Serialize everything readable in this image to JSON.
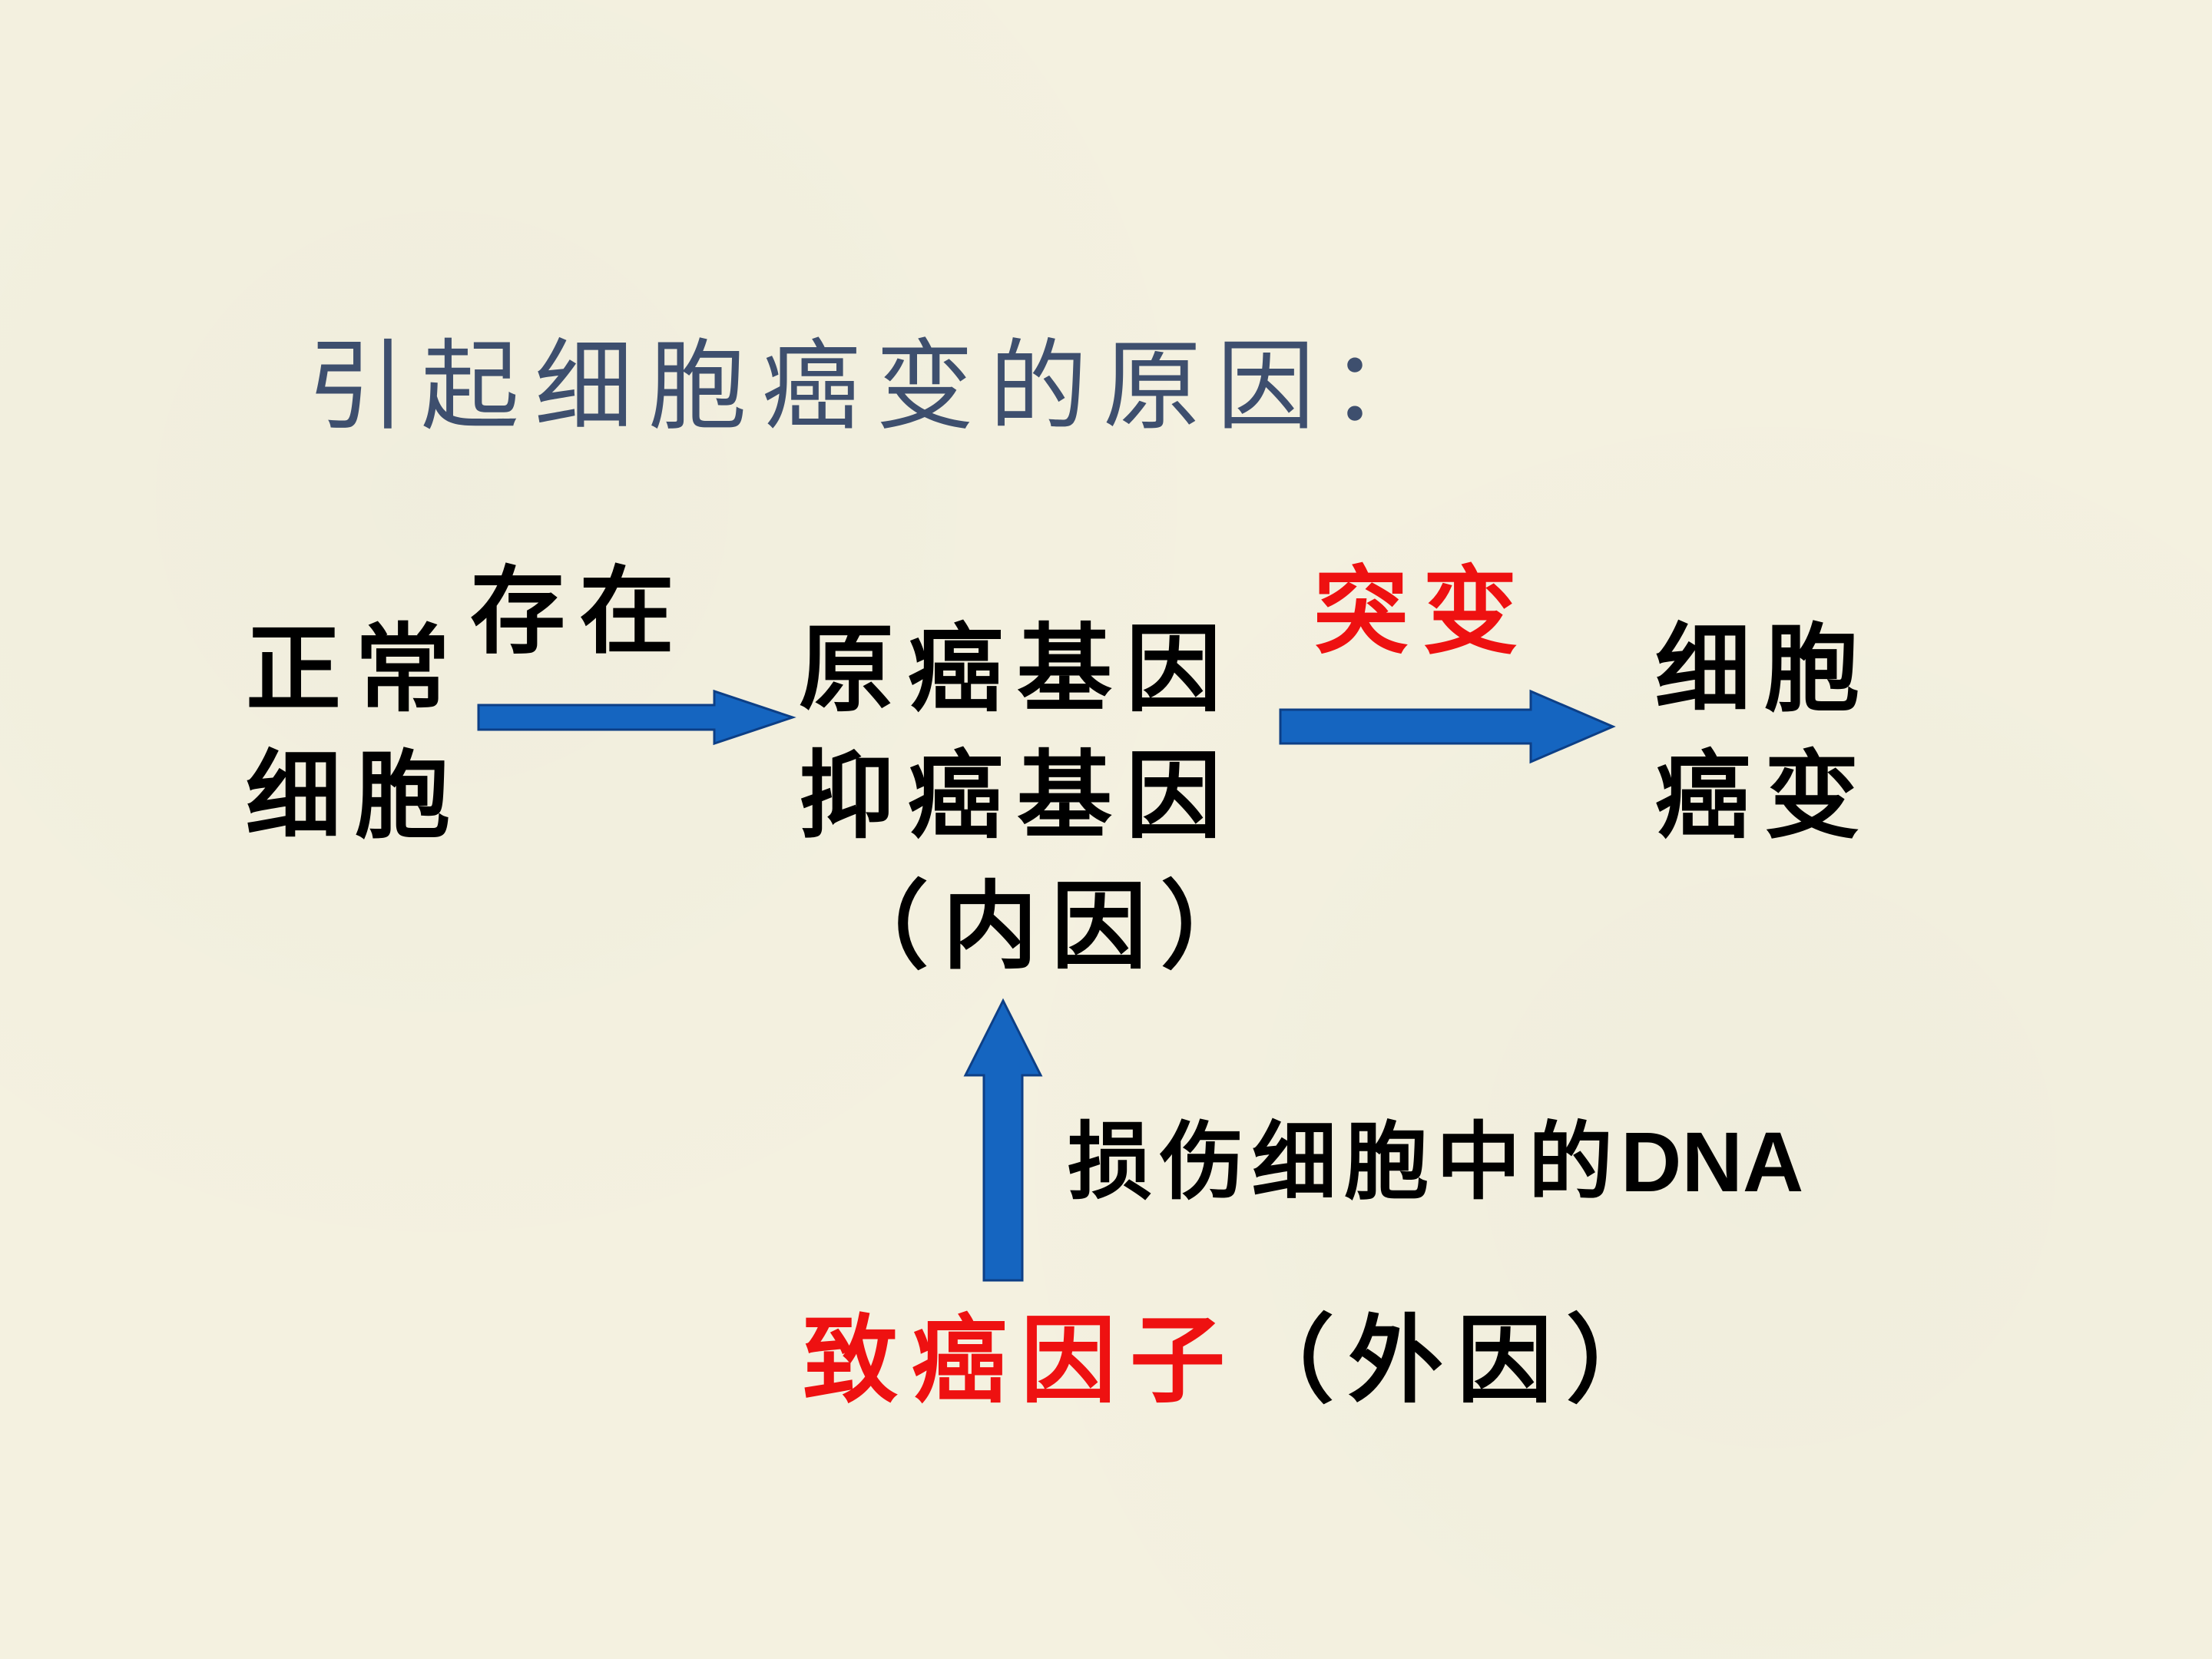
{
  "title": "引起细胞癌变的原因：",
  "nodes": {
    "normal_cell": {
      "line1": "正常",
      "line2": "细胞"
    },
    "genes": {
      "line1": "原癌基因",
      "line2": "抑癌基因",
      "line3": "（内因）"
    },
    "cancer_cell": {
      "line1": "细胞",
      "line2": "癌变"
    },
    "carcinogen": {
      "red_text": "致癌因子",
      "black_text": "（外因）"
    }
  },
  "edges": {
    "exist_label": "存在",
    "mutation_label": "突变",
    "damage_label_cn": "损伤细胞中的",
    "damage_label_en": "DNA"
  },
  "colors": {
    "arrow_fill": "#1565c0",
    "arrow_stroke": "#0d3f86",
    "title": "#3e4f6e",
    "highlight": "#ee1111",
    "text": "#000000",
    "background": "#f4f1e0"
  }
}
